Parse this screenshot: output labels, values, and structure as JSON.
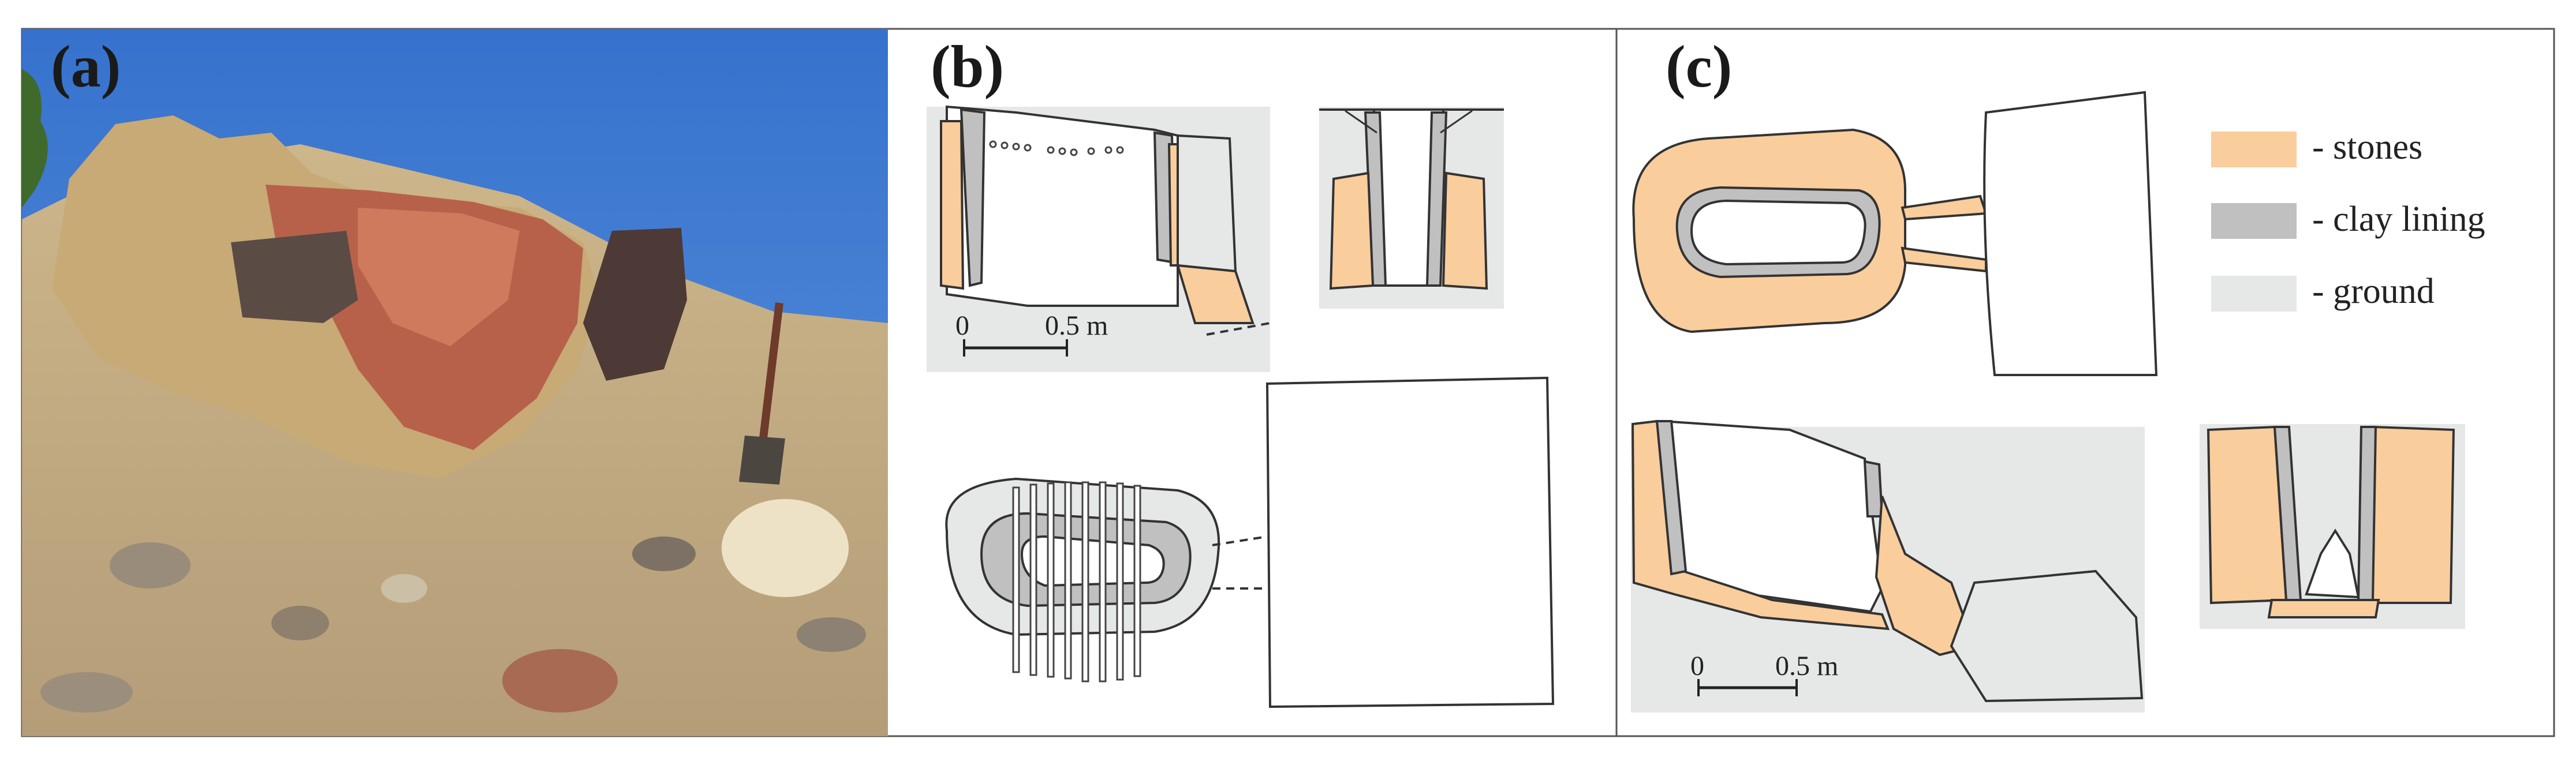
{
  "panels": {
    "a": {
      "label": "(a)"
    },
    "b": {
      "label": "(b)",
      "scale_zero": "0",
      "scale_value": "0.5 m"
    },
    "c": {
      "label": "(c)",
      "scale_zero": "0",
      "scale_value": "0.5 m"
    }
  },
  "legend": {
    "items": [
      {
        "label": "- stones",
        "color": "#f9cd9c"
      },
      {
        "label": "- clay lining",
        "color": "#c0c0c0"
      },
      {
        "label": "- ground",
        "color": "#e6e7e7"
      }
    ]
  },
  "colors": {
    "stone": "#f9cd9c",
    "clay": "#c0c0c0",
    "ground": "#e6e7e7",
    "sky": "#3d7ad3",
    "rock_red": "#b8614a",
    "rock_tan": "#c9b07d",
    "outline": "#333333"
  }
}
